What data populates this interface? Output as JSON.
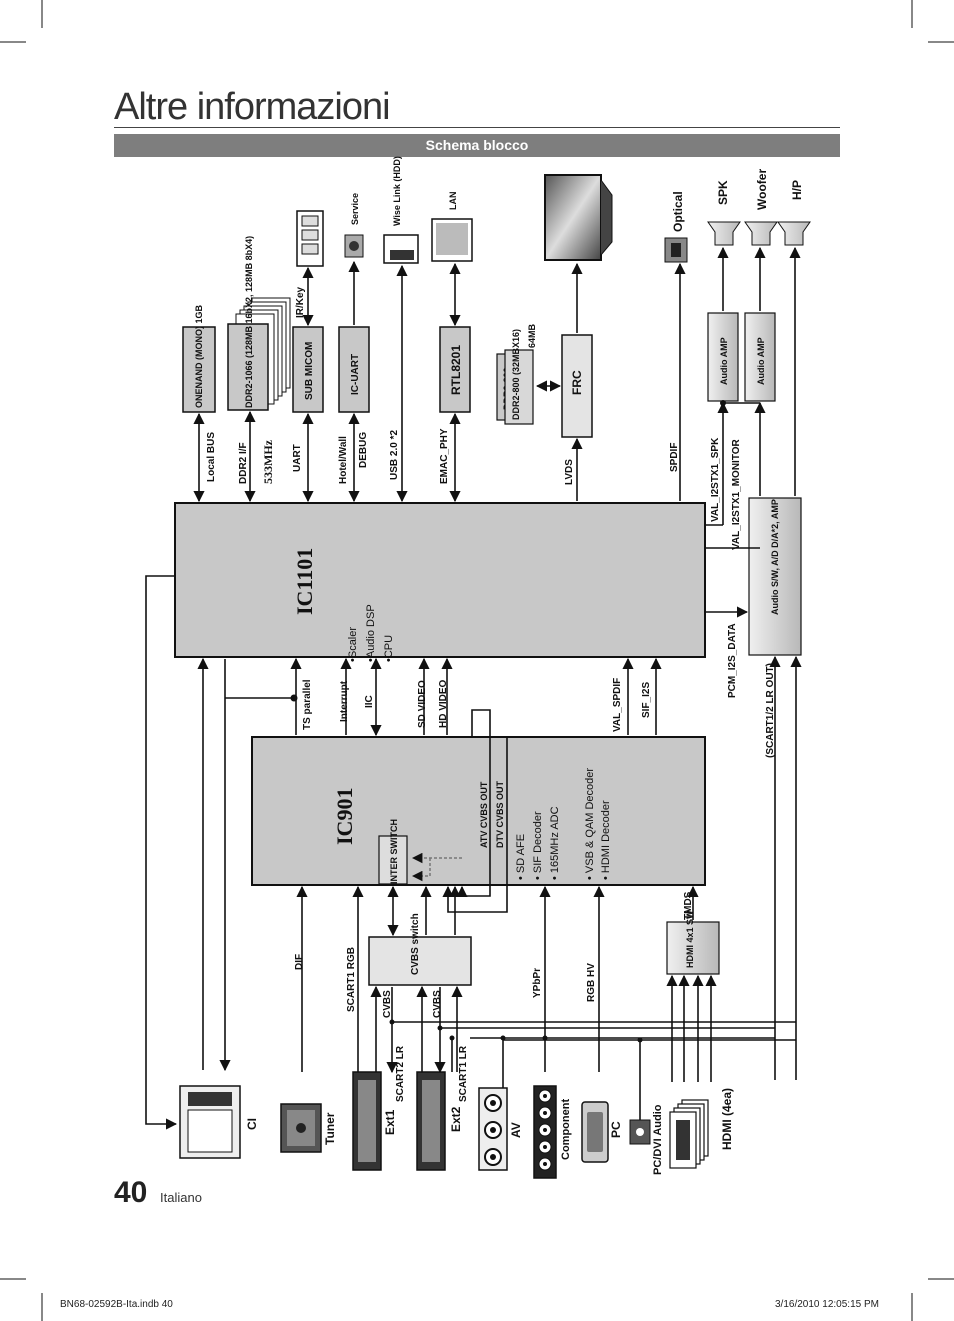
{
  "page": {
    "title": "Altre informazioni",
    "section_title": "Schema blocco",
    "page_number": "40",
    "language": "Italiano",
    "print_file": "BN68-02592B-Ita.indb   40",
    "print_date": "3/16/2010   12:05:15 PM"
  },
  "chips": {
    "ic1101": {
      "name": "IC1101",
      "features": [
        "•Scaler",
        "•Audio DSP",
        "•CPU"
      ]
    },
    "ic901": {
      "name": "IC901",
      "features": [
        "• SD AFE",
        "• SIF Decoder",
        "• 165MHz ADC",
        "• VSB & QAM Decoder",
        "• HDMI Decoder"
      ],
      "outputs": [
        "ATV CVBS OUT",
        "DTV CVBS OUT"
      ],
      "inter_switch": "INTER SWITCH"
    }
  },
  "blocks": {
    "onenand": "ONENAND (MONO) 1GB",
    "ddr2_main": "DDR2-1066 (128MB 16bX2, 128MB 8bX4)",
    "sub_micom": "SUB MICOM",
    "ic_uart": "IC-UART",
    "rtl8201": "RTL8201",
    "ddr2_frc": "DDR2-800 (32MBX16)",
    "ddr2_frc_back": "DDR2-800",
    "frc_mem": "64MB",
    "frc": "FRC",
    "audio_amp_1": "Audio AMP",
    "audio_amp_2": "Audio AMP",
    "audio_codec": "Audio S/W, A/D D/A*2, AMP",
    "cvbs_switch": "CVBS switch",
    "hdmi_sw": "HDMI 4x1 SW"
  },
  "bus_labels": {
    "local_bus": "Local BUS",
    "ddr2_if": "DDR2 I/F",
    "mhz": "533MHz",
    "uart": "UART",
    "hotel_wall": "Hotel/Wall",
    "debug": "DEBUG",
    "usb": "USB 2.0 *2",
    "emac": "EMAC_PHY",
    "lvds": "LVDS",
    "spdif": "SPDIF",
    "val_spk": "VAL_I2STX1_SPK",
    "val_monitor": "VAL_I2STX1_MONITOR",
    "ir_key": "IR/Key",
    "ts_parallel": "TS parallel",
    "interrupt": "Interrupt",
    "iic": "IIC",
    "sd_video": "SD VIDEO",
    "hd_video": "HD VIDEO",
    "val_spdif": "VAL_SPDIF",
    "sif_i2s": "SIF_I2S",
    "pcm_data": "PCM_I2S_DATA",
    "scart_lr_out": "(SCART1/2 LR OUT)",
    "dif": "DIF",
    "scart1_rgb": "SCART1 RGB",
    "cvbs": "CVBS",
    "ypbpr": "YPbPr",
    "rgb_hv": "RGB HV",
    "tmds": "TMDS",
    "scart2_lr": "SCART2 LR",
    "scart1_lr": "SCART1 LR"
  },
  "peripherals": {
    "service": "Service",
    "wiselink": "Wise Link (HDD)",
    "lan": "LAN",
    "optical": "Optical",
    "spk": "SPK",
    "woofer": "Woofer",
    "hp": "H/P"
  },
  "inputs": {
    "ci": "CI",
    "tuner": "Tuner",
    "ext1": "Ext1",
    "ext2": "Ext2",
    "av": "AV",
    "component": "Component",
    "pc": "PC",
    "pc_dvi_audio": "PC/DVI Audio",
    "hdmi": "HDMI (4ea)"
  }
}
